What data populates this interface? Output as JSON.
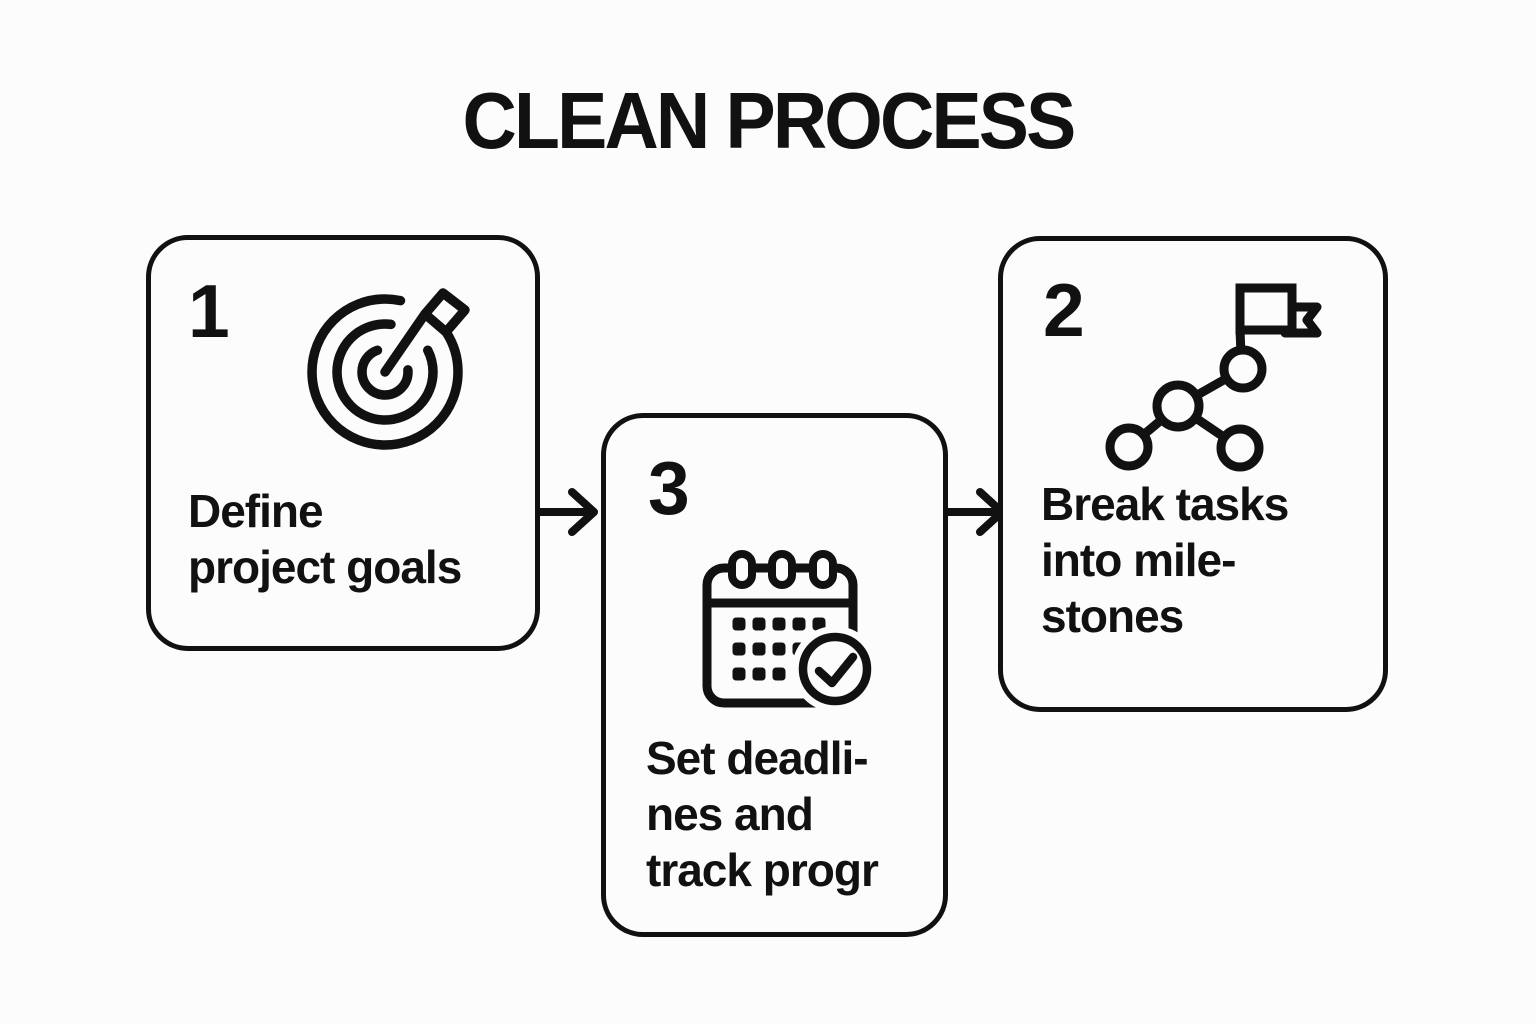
{
  "title": "CLEAN PROCESS",
  "colors": {
    "ink": "#111111",
    "background": "#fcfcfc"
  },
  "steps": [
    {
      "number": "1",
      "label": "Define\nproject goals",
      "icon": "target-arrow-icon"
    },
    {
      "number": "3",
      "label": "Set deadli-\nnes and\ntrack progr",
      "icon": "calendar-check-icon"
    },
    {
      "number": "2",
      "label": "Break tasks\ninto mile-\nstones",
      "icon": "milestone-flag-icon"
    }
  ],
  "connectors": [
    {
      "from": "1",
      "to": "3",
      "direction": "right"
    },
    {
      "from": "3",
      "to": "2",
      "direction": "right"
    }
  ]
}
